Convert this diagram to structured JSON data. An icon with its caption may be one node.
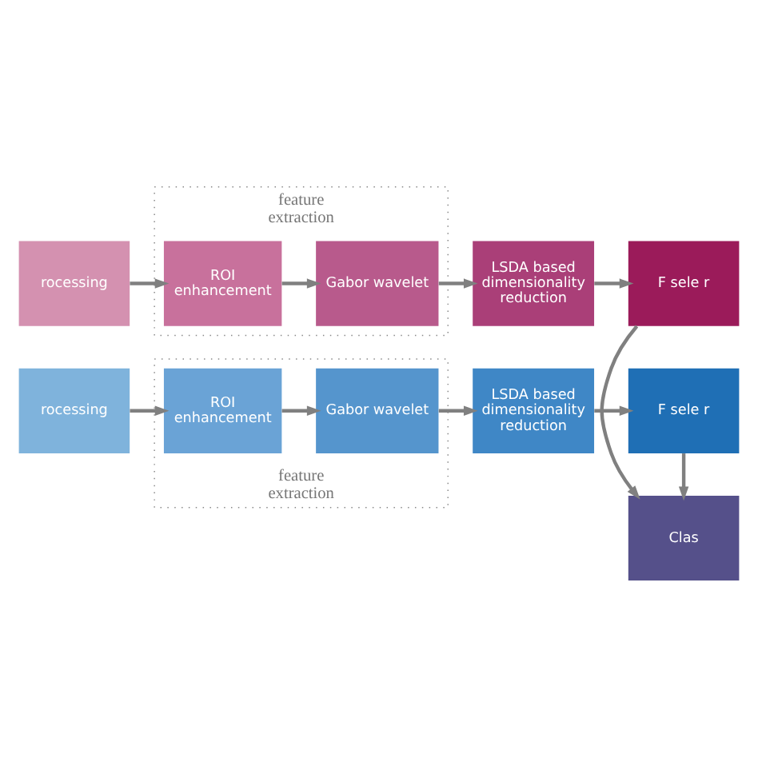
{
  "diagram": {
    "nodes": [
      {
        "text": [
          "rocessing"
        ]
      },
      {
        "text": [
          "feature extraction"
        ]
      },
      {
        "text": [
          "ROI enhancement"
        ],
        "in": 1
      },
      {
        "text": [
          "Gabor wavelet"
        ],
        "in": 1
      },
      {
        "text": [
          "LSDA based dimensionality reduction"
        ]
      },
      {
        "text": [
          "F sele r"
        ]
      },
      {
        "text": [
          "Clas"
        ]
      },
      {
        "text": [
          "rocessing"
        ]
      },
      {
        "text": [
          "feature extraction"
        ]
      },
      {
        "text": [
          "ROI enhancement"
        ],
        "in": 8
      },
      {
        "text": [
          "Gabor wavelet"
        ],
        "in": 8
      },
      {
        "text": [
          "LSDA based dimensionality reduction"
        ]
      },
      {
        "text": [
          "F sele r"
        ]
      }
    ],
    "edges": [
      {
        "from": 0,
        "to": 2,
        "arrow": "to"
      },
      {
        "from": 2,
        "to": 3,
        "arrow": "to"
      },
      {
        "from": 3,
        "to": 4,
        "arrow": "to"
      },
      {
        "from": 4,
        "to": 5,
        "arrow": "to"
      },
      {
        "from": 5,
        "to": 6,
        "arrow": "to"
      },
      {
        "from": 7,
        "to": 9,
        "arrow": "to"
      },
      {
        "from": 9,
        "to": 10,
        "arrow": "to"
      },
      {
        "from": 10,
        "to": 11,
        "arrow": "to"
      },
      {
        "from": 11,
        "to": 12,
        "arrow": "to"
      },
      {
        "from": 12,
        "to": 6,
        "arrow": "to"
      }
    ]
  }
}
